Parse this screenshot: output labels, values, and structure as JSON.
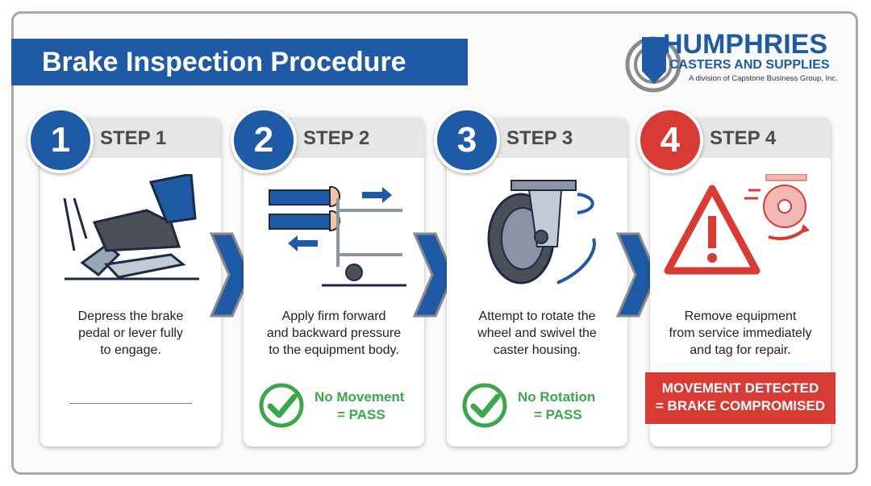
{
  "title": "Brake Inspection Procedure",
  "logo": {
    "main": "HUMPHRIES",
    "sub": "CASTERS AND SUPPLIES",
    "division": "A division of Capstone Business Group, Inc."
  },
  "steps": [
    {
      "number": "1",
      "label": "STEP 1",
      "lines": [
        "Depress the brake",
        "pedal or lever fully",
        "to engage."
      ]
    },
    {
      "number": "2",
      "label": "STEP 2",
      "lines": [
        "Apply firm forward",
        "and backward pressure",
        "to the equipment body."
      ],
      "result": [
        "No Movement",
        "= PASS"
      ]
    },
    {
      "number": "3",
      "label": "STEP 3",
      "lines": [
        "Attempt to rotate the",
        "wheel and swivel the",
        "caster housing."
      ],
      "result": [
        "No Rotation",
        "= PASS"
      ]
    },
    {
      "number": "4",
      "label": "STEP 4",
      "lines": [
        "Remove equipment",
        "from service immediately",
        "and tag for repair."
      ],
      "alert": [
        "MOVEMENT DETECTED",
        "= BRAKE COMPROMISED"
      ]
    }
  ],
  "colors": {
    "blue": "#1f5aa6",
    "red": "#d93a34",
    "green": "#3aa84a"
  }
}
